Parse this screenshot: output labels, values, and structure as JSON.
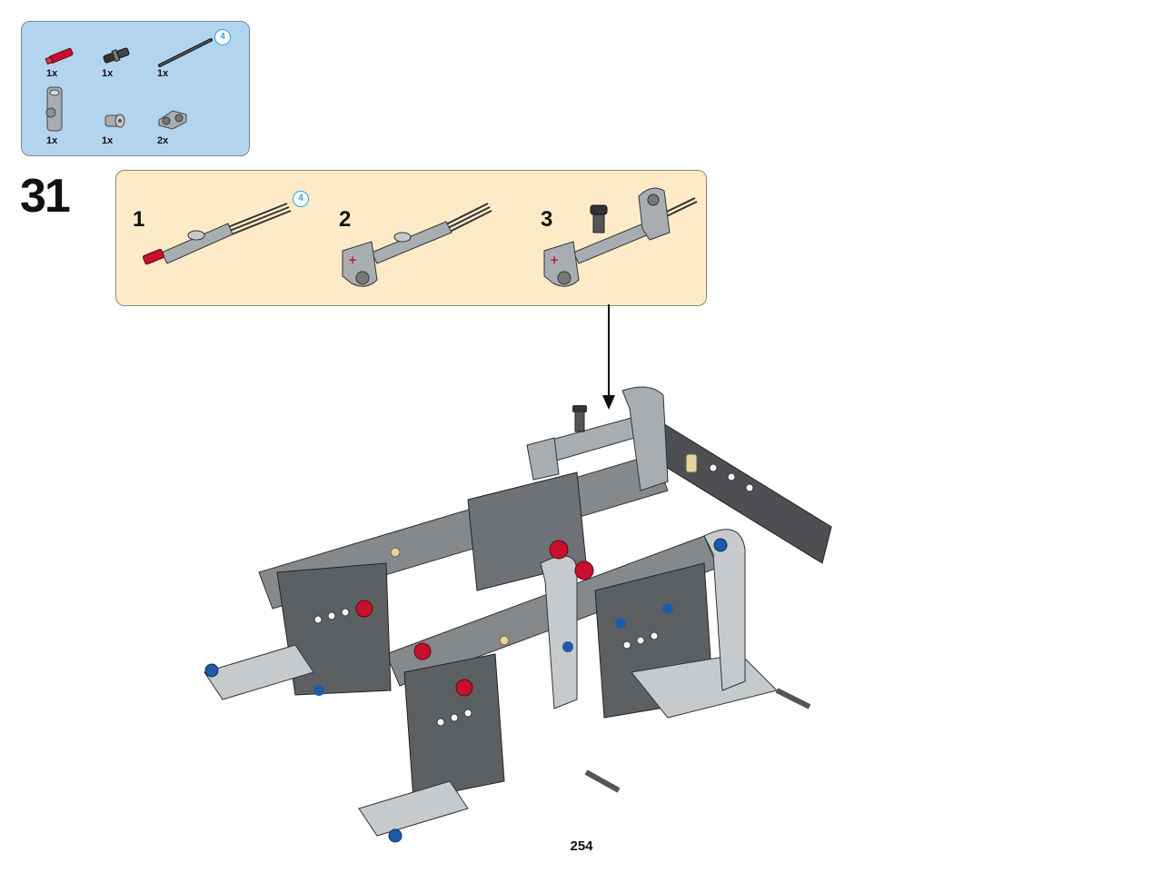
{
  "parts_list": {
    "axle_length_badge": "4",
    "items": [
      {
        "icon": "red-axle-connector-icon",
        "qty": "1x"
      },
      {
        "icon": "black-pin-connector-icon",
        "qty": "1x"
      },
      {
        "icon": "black-axle-icon",
        "qty": "1x"
      },
      {
        "icon": "gray-perpendicular-connector-icon",
        "qty": "1x"
      },
      {
        "icon": "gray-bush-icon",
        "qty": "1x"
      },
      {
        "icon": "gray-cross-block-icon",
        "qty": "2x"
      }
    ]
  },
  "step": {
    "number": "31",
    "substeps": [
      {
        "label": "1",
        "axle_badge": "4"
      },
      {
        "label": "2"
      },
      {
        "label": "3"
      }
    ]
  },
  "page_number": "254",
  "colors": {
    "parts_panel": "#b3d4ef",
    "substep_panel": "#fdebc8",
    "badge_blue": "#2ba4dd",
    "part_red": "#c8102e",
    "part_gray": "#a0a5a9",
    "part_dark": "#4d4f52",
    "pin_blue": "#1e5aa8"
  }
}
